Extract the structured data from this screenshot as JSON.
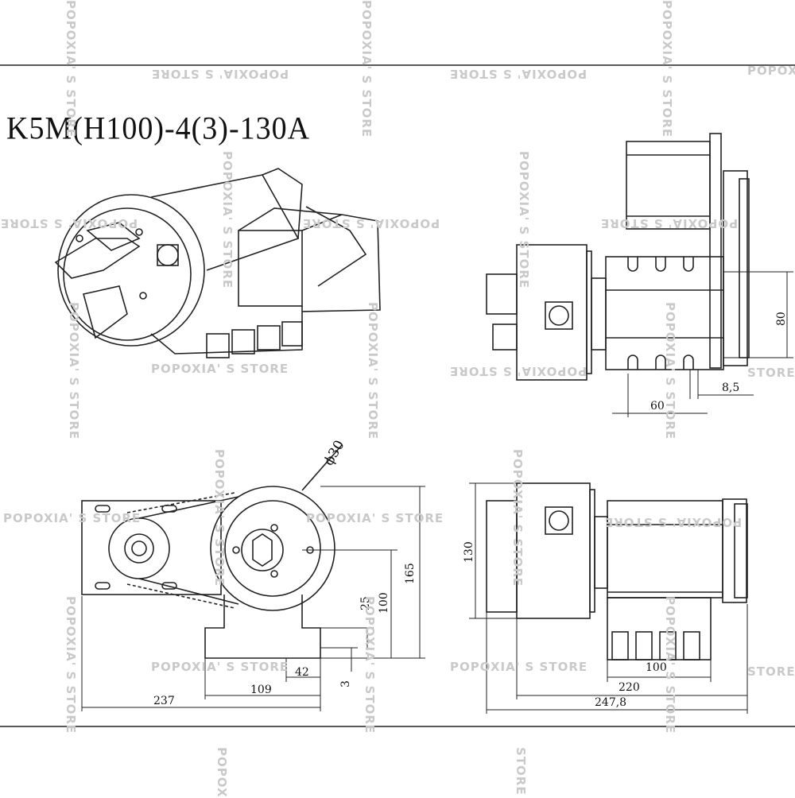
{
  "title": "K5M(H100)-4(3)-130A",
  "watermark": {
    "text": "POPOXIA' S STORE",
    "text_short": "POPOX",
    "text_store": "STORE",
    "color": "#c9c9c9"
  },
  "dimensions": {
    "d1": "80",
    "d2": "8,5",
    "d3": "60",
    "d4": "ϕ30",
    "d5": "165",
    "d6": "100",
    "d7": "25",
    "d8": "42",
    "d9": "109",
    "d10": "237",
    "d11": "3",
    "d12": "130",
    "d13": "100",
    "d14": "220",
    "d15": "247,8"
  },
  "colors": {
    "line": "#222222",
    "border": "#333333"
  }
}
